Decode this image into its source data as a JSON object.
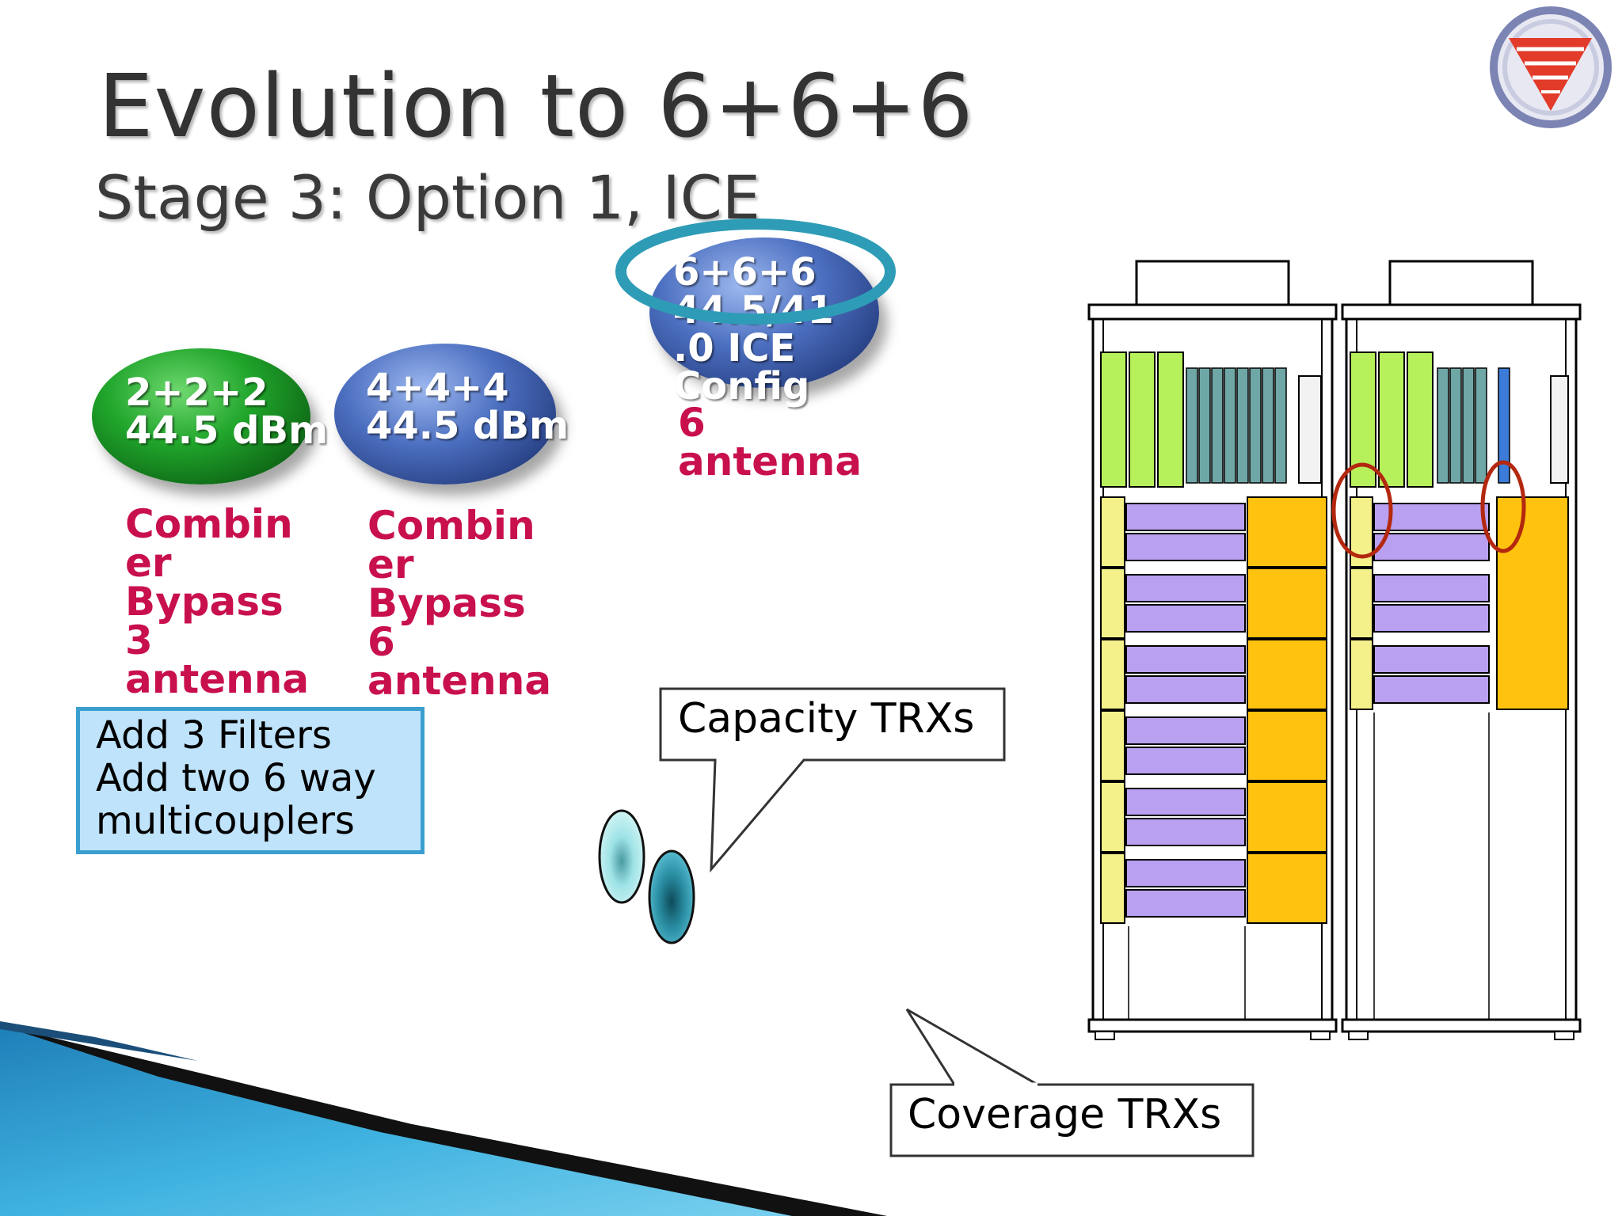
{
  "slide": {
    "title": "Evolution to 6+6+6",
    "subtitle": "Stage 3: Option 1, ICE"
  },
  "configs": [
    {
      "line1": "2+2+2",
      "line2": "44.5 dBm",
      "description": "Combin\ner\nBypass\n3\nantenna",
      "color": "#1e9a29"
    },
    {
      "line1": "4+4+4",
      "line2": "44.5 dBm",
      "description": "Combin\ner\nBypass\n6\nantenna",
      "color": "#3b5bb0"
    },
    {
      "text": "6+6+6\n44.5/41\n.0 ICE\nConfig",
      "description": "6\nantenna",
      "color": "#3b5bb0",
      "highlight_color": "#2e9cb6"
    }
  ],
  "note": {
    "lines": [
      "Add 3 Filters",
      "Add two 6 way",
      "multicouplers"
    ],
    "bg_color": "#bfe3fb",
    "border_color": "#3a9fcf"
  },
  "callouts": {
    "capacity": "Capacity TRXs",
    "coverage": "Coverage TRXs"
  },
  "legend_markers": {
    "light": "#9ee3e6",
    "dark": "#2a8ea3"
  },
  "cabinet": {
    "colors": {
      "green_module": "#b6f05a",
      "teal_module": "#6fa6a6",
      "blue_module": "#3c7bd8",
      "yellow_module": "#f4f08a",
      "purple_module": "#b9a0f0",
      "orange_module": "#ffc20e",
      "highlight_circle": "#b3280f"
    }
  },
  "logo": {
    "icon": "company-logo-icon",
    "ring_color": "#7c84b4",
    "triangle_color": "#e23b2a"
  },
  "decoration": {
    "swoosh_color": "#2f9ed0"
  }
}
